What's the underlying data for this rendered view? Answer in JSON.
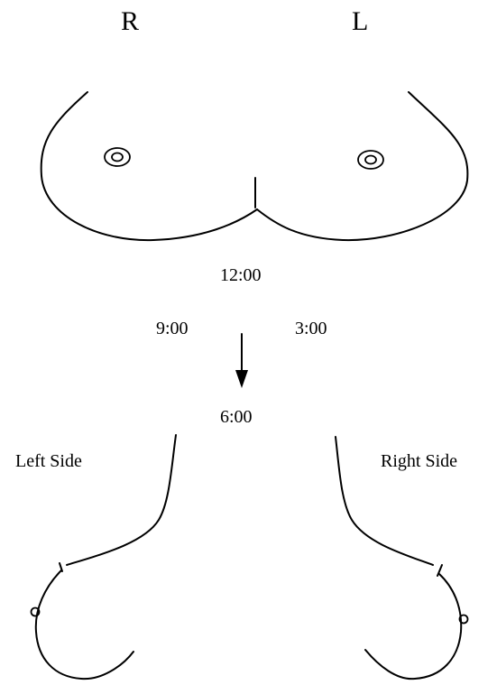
{
  "labels": {
    "right_marker": "R",
    "left_marker": "L",
    "clock_12": "12:00",
    "clock_9": "9:00",
    "clock_3": "3:00",
    "clock_6": "6:00",
    "left_side": "Left Side",
    "right_side": "Right Side"
  },
  "colors": {
    "line": "#000000",
    "background": "#ffffff"
  }
}
